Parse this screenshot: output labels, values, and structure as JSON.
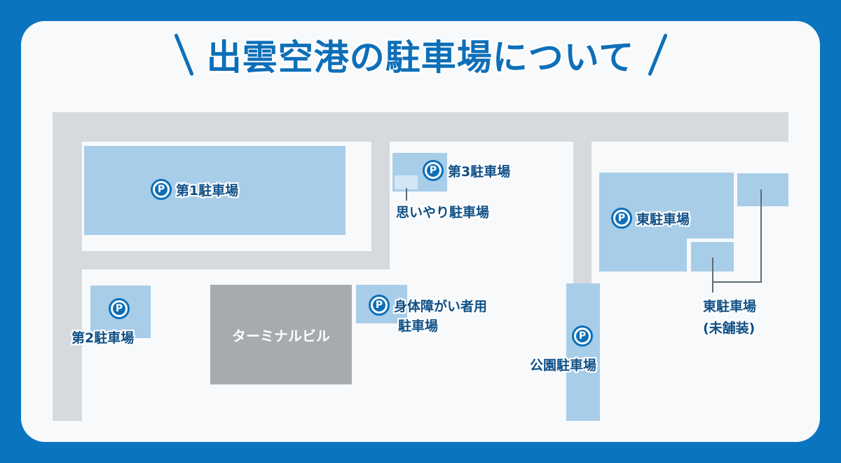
{
  "title": "出雲空港の駐車場について",
  "parking_symbol": "P",
  "colors": {
    "frame": "#0a74bf",
    "background": "#f7f9fb",
    "road": "#d6d9dd",
    "lot": "#a8cde9",
    "terminal": "#a7abae",
    "text": "#0e4f86"
  },
  "buildings": {
    "terminal": "ターミナルビル"
  },
  "lots": {
    "lot1": "第1駐車場",
    "lot2": "第2駐車場",
    "lot3": "第3駐車場",
    "omoiyari": "思いやり駐車場",
    "accessible_line1": "身体障がい者用",
    "accessible_line2": "駐車場",
    "park": "公園駐車場",
    "east": "東駐車場",
    "east_unpaved_line1": "東駐車場",
    "east_unpaved_line2": "(未舗装)"
  }
}
